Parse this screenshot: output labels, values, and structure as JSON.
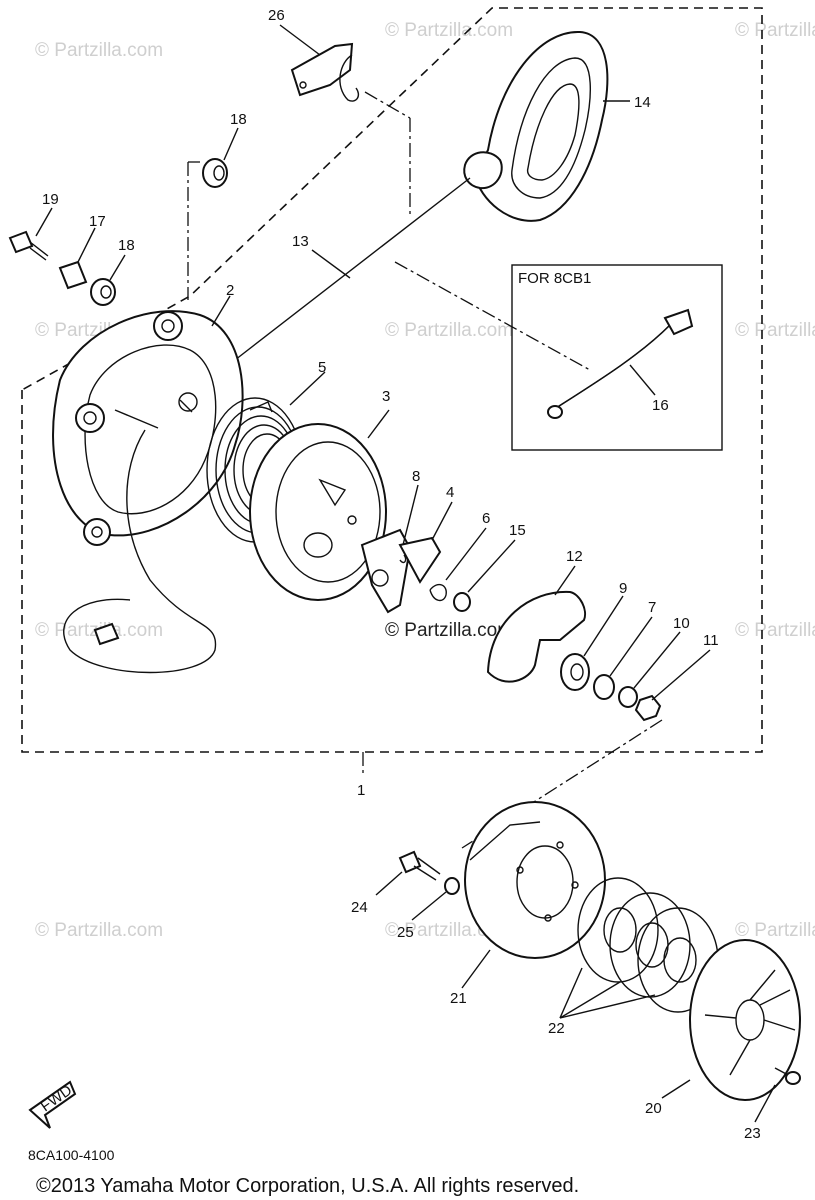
{
  "watermark": "© Partzilla.com",
  "inset_label": "FOR 8CB1",
  "fwd_label": "FWD",
  "diagram_code": "8CA100-4100",
  "copyright": "©2013  Yamaha Motor Corporation, U.S.A. All rights reserved.",
  "callouts": {
    "c1": "1",
    "c2": "2",
    "c3": "3",
    "c4": "4",
    "c5": "5",
    "c6": "6",
    "c7": "7",
    "c8": "8",
    "c9": "9",
    "c10": "10",
    "c11": "11",
    "c12": "12",
    "c13": "13",
    "c14": "14",
    "c15": "15",
    "c16": "16",
    "c17": "17",
    "c18a": "18",
    "c18b": "18",
    "c19": "19",
    "c20": "20",
    "c21": "21",
    "c22": "22",
    "c23": "23",
    "c24": "24",
    "c25": "25",
    "c26": "26"
  }
}
